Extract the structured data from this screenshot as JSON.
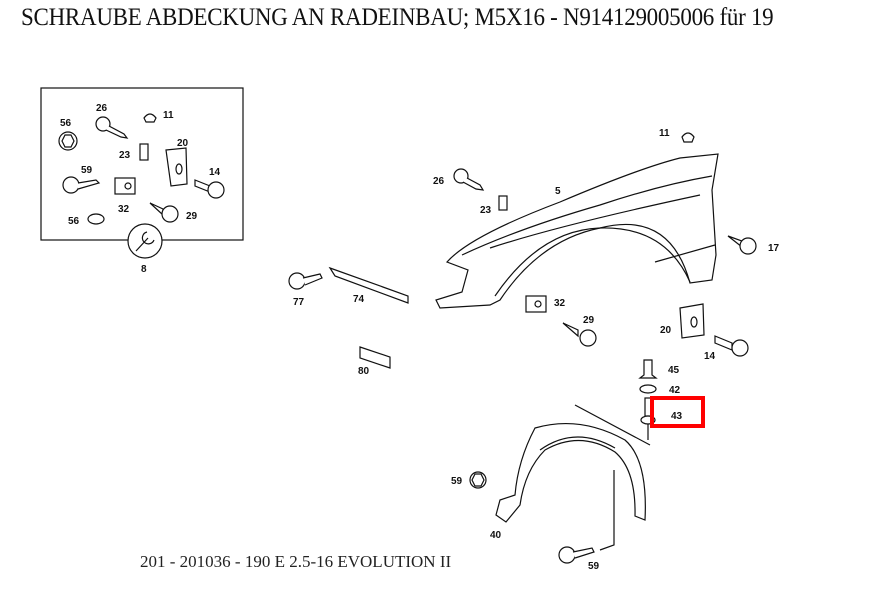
{
  "title": "SCHRAUBE ABDECKUNG AN RADEINBAU; M5X16 - N914129005006 für 19",
  "caption": "201 - 201036 - 190 E 2.5-16 EVOLUTION II",
  "highlight": {
    "part": "43",
    "color": "#ff0000"
  },
  "inset": {
    "labels": [
      "56",
      "26",
      "11",
      "23",
      "20",
      "59",
      "14",
      "32",
      "56",
      "29",
      "8"
    ],
    "tool_icon": "wrench-icon"
  },
  "main": {
    "labels": {
      "p11": "11",
      "p26": "26",
      "p5": "5",
      "p23": "23",
      "p17": "17",
      "p77": "77",
      "p74": "74",
      "p32": "32",
      "p29": "29",
      "p20": "20",
      "p14": "14",
      "p80": "80",
      "p45": "45",
      "p42": "42",
      "p43": "43",
      "p59a": "59",
      "p40": "40",
      "p59b": "59"
    }
  }
}
